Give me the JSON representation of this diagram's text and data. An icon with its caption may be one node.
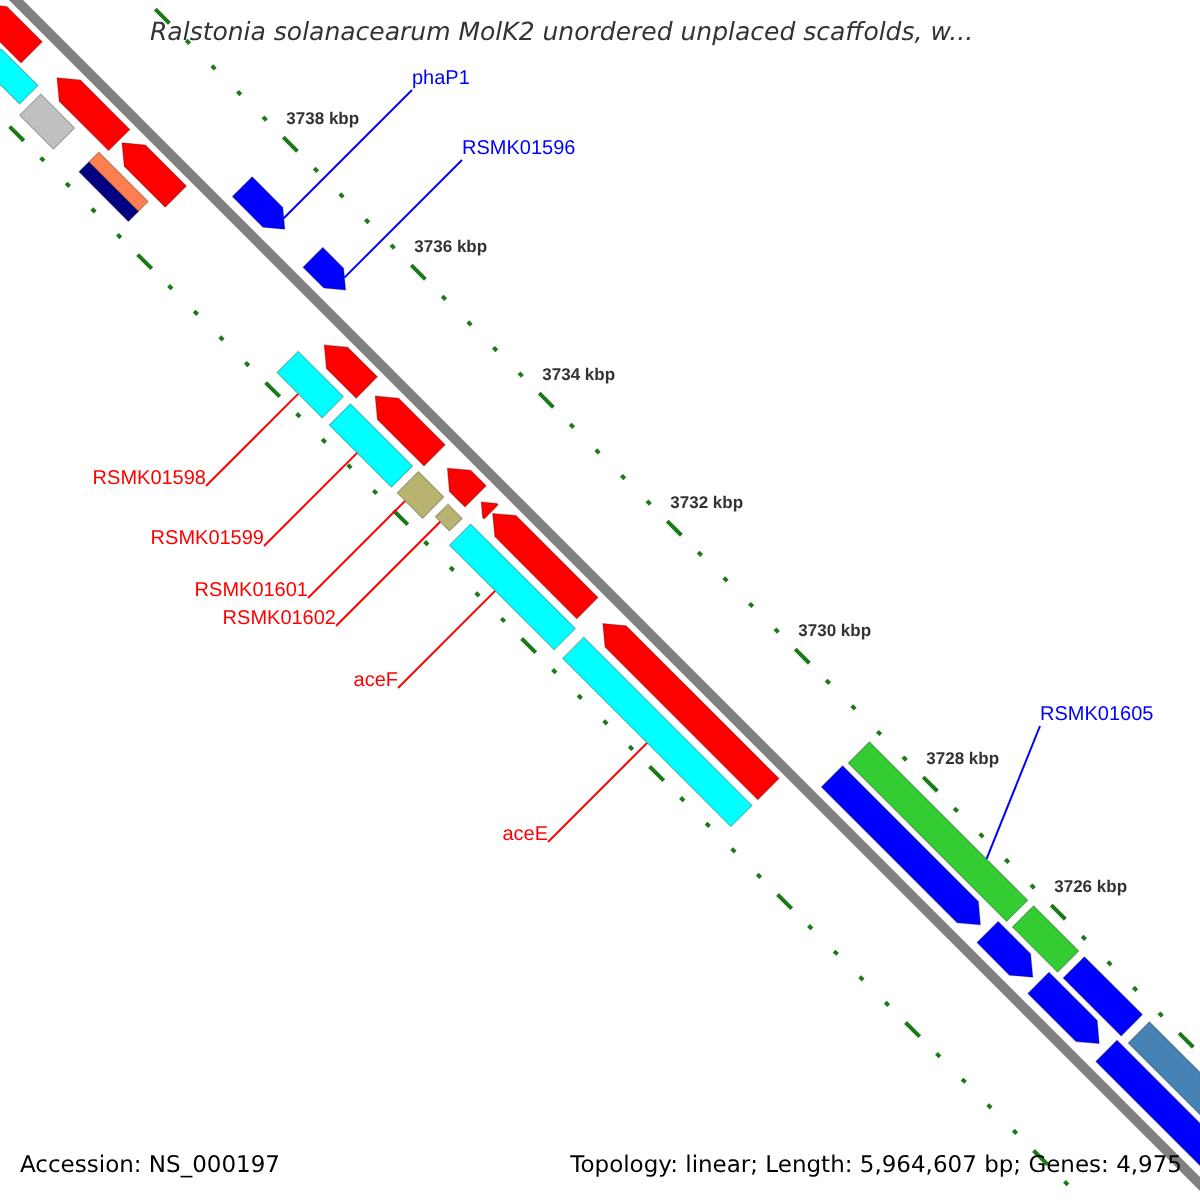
{
  "diagram": {
    "title": "Ralstonia solanacearum MolK2 unordered unplaced scaffolds, w...",
    "nodes": [
      {
        "text": [
          "phaP1"
        ]
      },
      {
        "text": [
          "RSMK01596"
        ]
      },
      {
        "text": [
          "RSMK01598"
        ]
      },
      {
        "text": [
          "RSMK01599"
        ]
      },
      {
        "text": [
          "RSMK01601"
        ]
      },
      {
        "text": [
          "RSMK01602"
        ]
      },
      {
        "text": [
          "aceF"
        ]
      },
      {
        "text": [
          "RSMK01605"
        ]
      },
      {
        "text": [
          "aceE"
        ]
      },
      {
        "text": [],
        "shape": "arrow"
      },
      {
        "text": [],
        "shape": "arrow"
      },
      {
        "text": [],
        "shape": "bar"
      },
      {
        "text": [],
        "shape": "bar"
      },
      {
        "text": [],
        "shape": "bar"
      },
      {
        "text": [],
        "shape": "bar"
      },
      {
        "text": [],
        "shape": "bar"
      },
      {
        "text": [],
        "shape": "bar"
      },
      {
        "text": [],
        "shape": "bar"
      },
      {
        "text": [],
        "shape": "arrow"
      },
      {
        "text": [],
        "shape": "arrow"
      },
      {
        "text": [],
        "shape": "arrow"
      },
      {
        "text": [],
        "shape": "arrow"
      },
      {
        "text": [],
        "shape": "arrow"
      },
      {
        "text": [],
        "shape": "arrow"
      },
      {
        "text": [],
        "shape": "arrow"
      },
      {
        "text": [],
        "shape": "arrow"
      },
      {
        "text": [],
        "shape": "arrow"
      },
      {
        "text": [],
        "shape": "bar"
      },
      {
        "text": [],
        "shape": "bar"
      },
      {
        "text": [],
        "shape": "bar"
      },
      {
        "text": [],
        "shape": "bar"
      },
      {
        "text": [],
        "shape": "arrow"
      },
      {
        "text": [],
        "shape": "arrow"
      },
      {
        "text": [],
        "shape": "arrow"
      },
      {
        "text": [],
        "shape": "bar"
      },
      {
        "text": [],
        "shape": "bar"
      },
      {
        "text": [],
        "shape": "bar"
      },
      {
        "text": [],
        "shape": "bar"
      }
    ],
    "edges": [
      {
        "from": 0,
        "to": 9,
        "arrow": "none",
        "color": "#0000ff"
      },
      {
        "from": 1,
        "to": 10,
        "arrow": "none",
        "color": "#0000ff"
      },
      {
        "from": 2,
        "to": 11,
        "arrow": "none"
      },
      {
        "from": 3,
        "to": 12,
        "arrow": "none"
      },
      {
        "from": 4,
        "to": 13,
        "arrow": "none"
      },
      {
        "from": 5,
        "to": 14,
        "arrow": "none"
      },
      {
        "from": 6,
        "to": 15,
        "arrow": "none"
      },
      {
        "from": 7,
        "to": 17,
        "arrow": "none",
        "color": "#0000ff"
      },
      {
        "from": 8,
        "to": 16,
        "arrow": "none"
      }
    ],
    "labels": [
      "3738 kbp",
      "3736 kbp",
      "3734 kbp",
      "3732 kbp",
      "3730 kbp",
      "3728 kbp",
      "3726 kbp",
      "Accession: NS_000197",
      "Topology: linear; Length: 5,964,607 bp; Genes: 4,975"
    ]
  }
}
